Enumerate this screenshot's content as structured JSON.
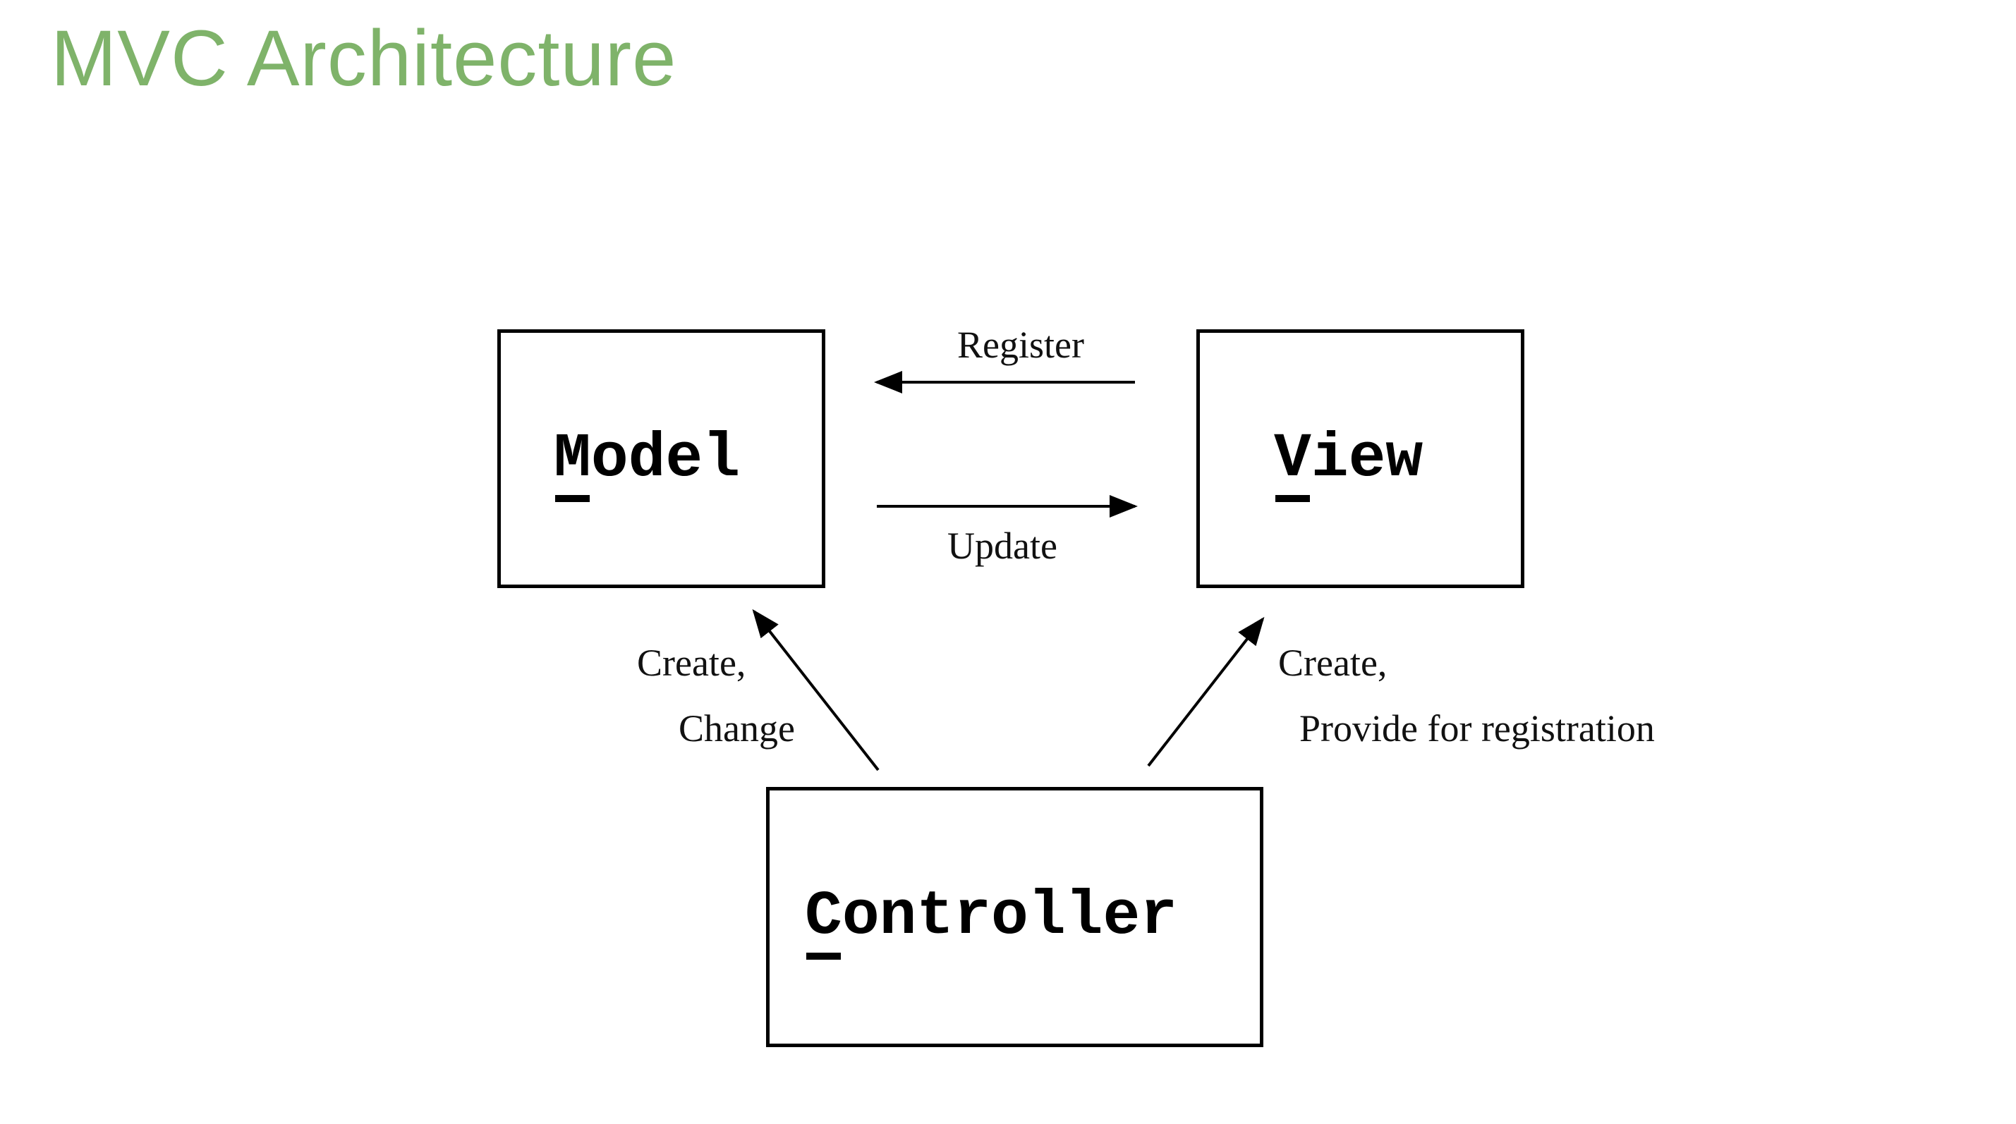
{
  "slide": {
    "title": "MVC Architecture",
    "title_color": "#7fb36a"
  },
  "nodes": {
    "model": {
      "first": "M",
      "rest": "odel"
    },
    "view": {
      "first": "V",
      "rest": "iew"
    },
    "controller": {
      "first": "C",
      "rest": "ontroller"
    }
  },
  "edges": {
    "register": "Register",
    "update": "Update",
    "controller_to_model_line1": "Create,",
    "controller_to_model_line2": "Change",
    "controller_to_view_line1": "Create,",
    "controller_to_view_line2": "Provide for registration"
  }
}
